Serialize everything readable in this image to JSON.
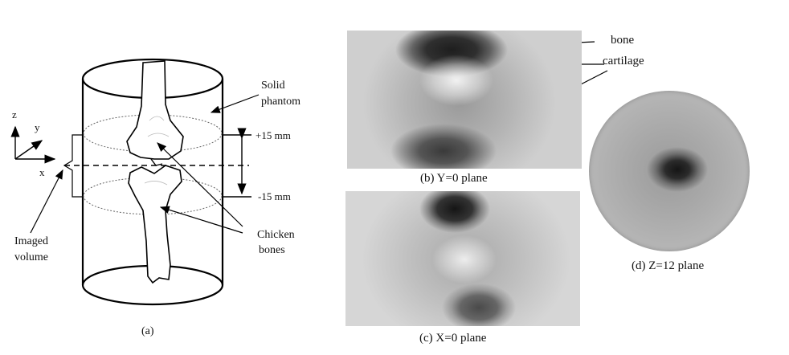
{
  "figure": {
    "panel_a": {
      "caption": "(a)",
      "label_solid": "Solid",
      "label_phantom": "phantom",
      "label_plus": "+15 mm",
      "label_minus": "-15 mm",
      "label_chicken": "Chicken",
      "label_bones": "bones",
      "label_imaged": "Imaged",
      "label_volume": "volume",
      "axis_z": "z",
      "axis_y": "y",
      "axis_x": "x"
    },
    "panel_b": {
      "caption": "(b) Y=0 plane",
      "label_bone": "bone",
      "label_cartilage": "cartilage"
    },
    "panel_c": {
      "caption": "(c) X=0 plane"
    },
    "panel_d": {
      "caption": "(d) Z=12 plane"
    }
  }
}
